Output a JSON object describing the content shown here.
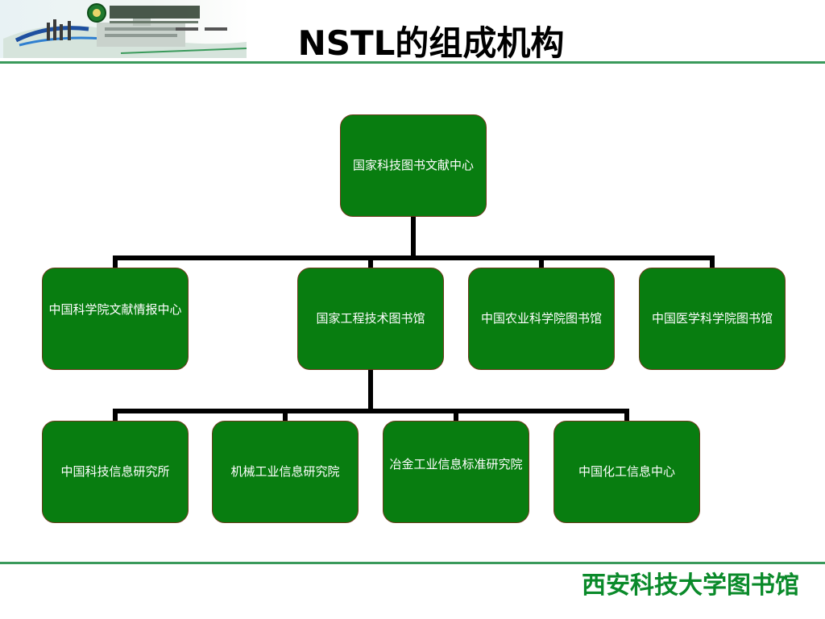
{
  "title": "NSTL的组成机构",
  "footer": "西安科技大学图书馆",
  "colors": {
    "node_fill": "#087d10",
    "node_border": "#6b3a1a",
    "rule": "#3a9a5b",
    "footer_text": "#0a8a2a"
  },
  "org": {
    "root": "国家科技图书文献中心",
    "level1": [
      "中国科学院文献情报中心",
      "国家工程技术图书馆",
      "中国农业科学院图书馆",
      "中国医学科学院图书馆"
    ],
    "level2": [
      "中国科技信息研究所",
      "机械工业信息研究院",
      "冶金工业信息标准研究院",
      "中国化工信息中心"
    ]
  }
}
